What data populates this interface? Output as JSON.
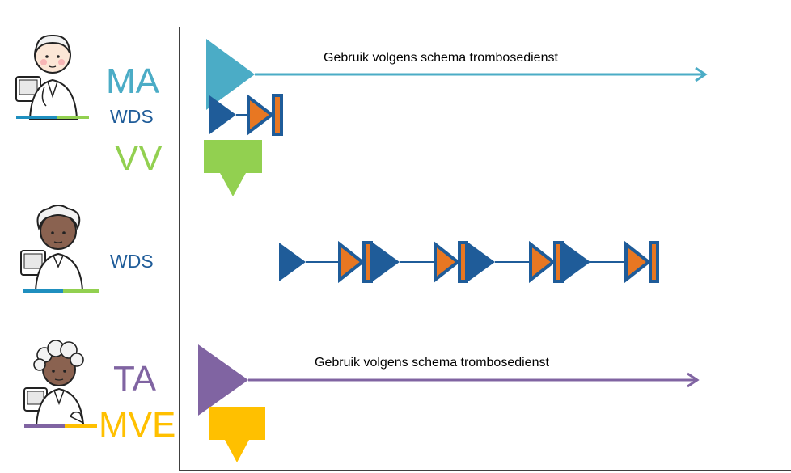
{
  "colors": {
    "ma": "#4bacc6",
    "wds": "#1f5c99",
    "vv": "#92d050",
    "ta": "#8064a2",
    "mve": "#ffc000",
    "orange": "#e87722",
    "axis": "#000000"
  },
  "rows": [
    {
      "id": "doctor",
      "icon": "doctor-icon",
      "labels": {
        "primary": "MA",
        "secondary": "WDS",
        "tertiary": "VV"
      }
    },
    {
      "id": "elderly-man",
      "icon": "elderly-man-icon",
      "labels": {
        "primary": "WDS"
      }
    },
    {
      "id": "pharmacist",
      "icon": "pharmacist-icon",
      "labels": {
        "primary": "TA",
        "secondary": "MVE"
      }
    }
  ],
  "timelines": {
    "ma_caption": "Gebruik volgens schema trombosedienst",
    "ta_caption": "Gebruik volgens schema trombosedienst"
  }
}
